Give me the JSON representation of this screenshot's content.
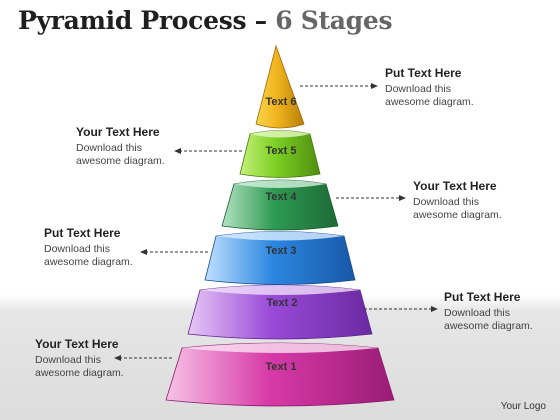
{
  "title": {
    "main": "Pyramid Process – ",
    "sub": "6 Stages"
  },
  "tiers": [
    {
      "label": "Text 6",
      "color_top": "#f7d54a",
      "color_mid": "#f0b21c",
      "color_dark": "#b8800a"
    },
    {
      "label": "Text 5",
      "color_top": "#c6f07a",
      "color_mid": "#7ccf22",
      "color_dark": "#4f8f10"
    },
    {
      "label": "Text 4",
      "color_top": "#b3e3c0",
      "color_mid": "#2e9a52",
      "color_dark": "#1d6a36"
    },
    {
      "label": "Text 3",
      "color_top": "#bfe0ff",
      "color_mid": "#2b87e0",
      "color_dark": "#1858a8"
    },
    {
      "label": "Text 2",
      "color_top": "#e7c8f5",
      "color_mid": "#9a4ad8",
      "color_dark": "#6a2aa0"
    },
    {
      "label": "Text 1",
      "color_top": "#f7c3e6",
      "color_mid": "#d83aa8",
      "color_dark": "#9a1c76"
    }
  ],
  "callouts": [
    {
      "heading": "Put Text Here",
      "line1": "Download this",
      "line2": "awesome diagram."
    },
    {
      "heading": "Your Text Here",
      "line1": "Download this",
      "line2": "awesome diagram."
    },
    {
      "heading": "Your Text Here",
      "line1": "Download this",
      "line2": "awesome diagram."
    },
    {
      "heading": "Put Text Here",
      "line1": "Download this",
      "line2": "awesome diagram."
    },
    {
      "heading": "Put Text Here",
      "line1": "Download this",
      "line2": "awesome diagram."
    },
    {
      "heading": "Your Text Here",
      "line1": "Download this",
      "line2": "awesome diagram."
    }
  ],
  "logo": "Your Logo"
}
